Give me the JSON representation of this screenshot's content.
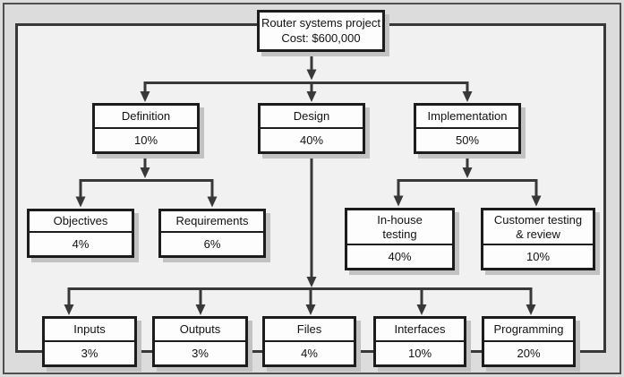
{
  "project": {
    "title": "Router systems project",
    "cost": "Cost: $600,000"
  },
  "phases": [
    {
      "label": "Definition",
      "pct": "10%"
    },
    {
      "label": "Design",
      "pct": "40%"
    },
    {
      "label": "Implementation",
      "pct": "50%"
    }
  ],
  "definition_children": [
    {
      "label": "Objectives",
      "pct": "4%"
    },
    {
      "label": "Requirements",
      "pct": "6%"
    }
  ],
  "implementation_children": [
    {
      "label": "In-house\ntesting",
      "pct": "40%"
    },
    {
      "label": "Customer testing\n& review",
      "pct": "10%"
    }
  ],
  "design_children": [
    {
      "label": "Inputs",
      "pct": "3%"
    },
    {
      "label": "Outputs",
      "pct": "3%"
    },
    {
      "label": "Files",
      "pct": "4%"
    },
    {
      "label": "Interfaces",
      "pct": "10%"
    },
    {
      "label": "Programming",
      "pct": "20%"
    }
  ],
  "colors": {
    "line": "#383838",
    "box_border": "#1c1c1c",
    "inner_background": "#f1f1f1",
    "outer_background": "#dcdcdc"
  }
}
